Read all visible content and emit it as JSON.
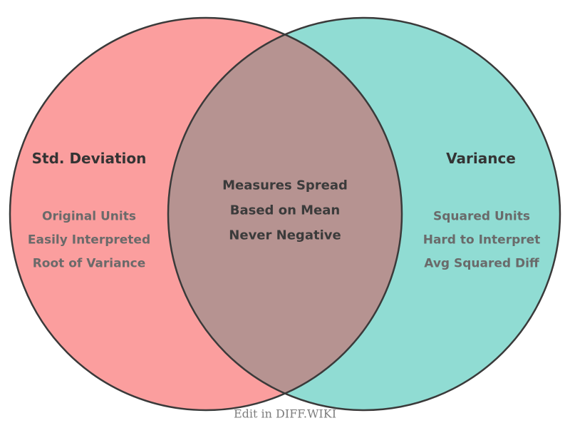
{
  "diagram": {
    "type": "venn",
    "stroke_color": "#3a3a3a",
    "left": {
      "title": "Std. Deviation",
      "color": "#fb9e9e",
      "items": [
        "Original Units",
        "Easily Interpreted",
        "Root of Variance"
      ]
    },
    "right": {
      "title": "Variance",
      "color": "#90dcd3",
      "items": [
        "Squared Units",
        "Hard to Interpret",
        "Avg Squared Diff"
      ]
    },
    "overlap": {
      "color": "#b69391",
      "items": [
        "Measures Spread",
        "Based on Mean",
        "Never Negative"
      ]
    }
  },
  "footer": {
    "label": "Edit in DIFF.WIKI"
  }
}
